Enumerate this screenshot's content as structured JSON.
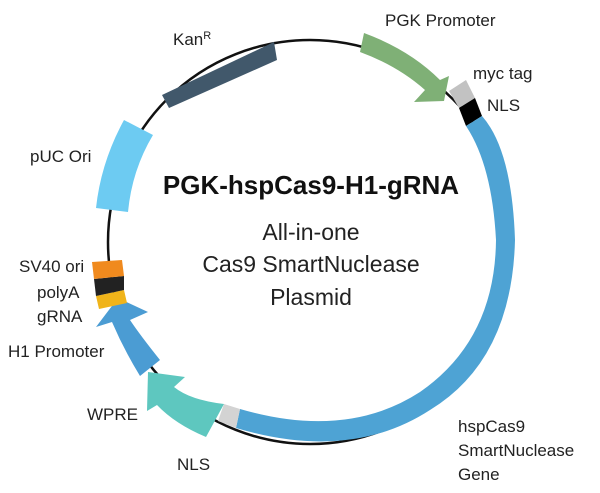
{
  "plasmid": {
    "title": "PGK-hspCas9-H1-gRNA",
    "subtitle_lines": [
      "All-in-one",
      "Cas9 SmartNuclease",
      "Plasmid"
    ]
  },
  "features": [
    {
      "key": "kan",
      "label": "Kan",
      "label_sup": "R",
      "color": "#41586b"
    },
    {
      "key": "pgk",
      "label": "PGK Promoter",
      "color": "#7fb076"
    },
    {
      "key": "myc",
      "label": "myc tag",
      "color": "#c2c2c2"
    },
    {
      "key": "nls1",
      "label": "NLS",
      "color": "#000000"
    },
    {
      "key": "cas9",
      "label_lines": [
        "hspCas9",
        "SmartNuclease",
        "Gene"
      ],
      "color": "#4ea3d4"
    },
    {
      "key": "nls2",
      "label": "NLS",
      "color": "#d3d3d3"
    },
    {
      "key": "wpre",
      "label": "WPRE",
      "color": "#5ec7bf"
    },
    {
      "key": "h1",
      "label": "H1 Promoter",
      "color": "#4b9cd3"
    },
    {
      "key": "grna",
      "label": "gRNA",
      "color": "#f0b41a"
    },
    {
      "key": "polya",
      "label": "polyA",
      "color": "#222222"
    },
    {
      "key": "sv40",
      "label": "SV40 ori",
      "color": "#f08a1e"
    },
    {
      "key": "puc",
      "label": "pUC Ori",
      "color": "#6dcbf2"
    }
  ]
}
